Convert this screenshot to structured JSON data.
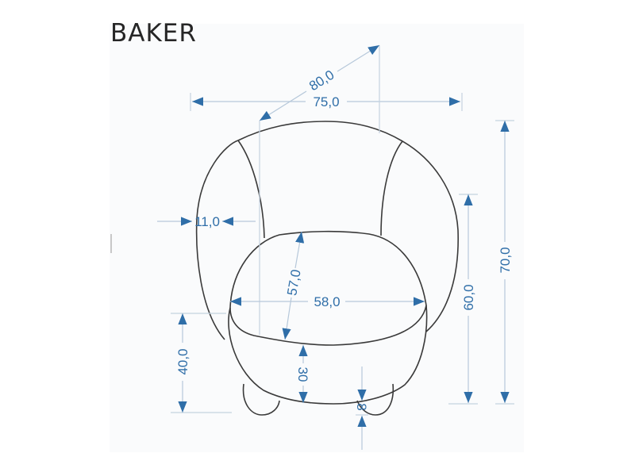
{
  "title": "BAKER",
  "colors": {
    "dimension": "#2f6ea8",
    "outline": "#3a3a3a"
  },
  "dimensions": {
    "diagonal_depth": "80,0",
    "width": "75,0",
    "arm_width": "11,0",
    "seat_depth": "57,0",
    "seat_width": "58,0",
    "seat_height": "40,0",
    "cushion_height": "30",
    "leg_height": "8",
    "arm_height": "60,0",
    "total_height": "70,0"
  }
}
